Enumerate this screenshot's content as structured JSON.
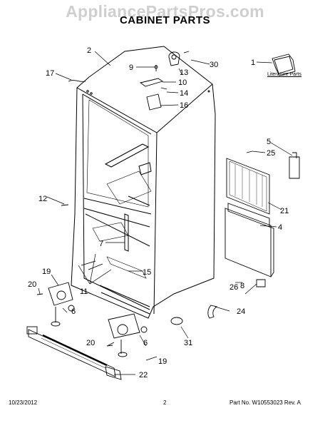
{
  "watermark": "AppliancePartsPros.com",
  "title": "CABINET PARTS",
  "literature_label": "Literature Parts",
  "footer": {
    "date": "10/23/2012",
    "page": "2",
    "part_number": "Part No. W10553023  Rev. A"
  },
  "callouts": {
    "c1": "1",
    "c2": "2",
    "c4": "4",
    "c5": "5",
    "c6a": "6",
    "c6b": "6",
    "c7": "7",
    "c8": "8",
    "c9": "9",
    "c10": "10",
    "c11": "11",
    "c12": "12",
    "c13": "13",
    "c14": "14",
    "c15": "15",
    "c16": "16",
    "c17": "17",
    "c19a": "19",
    "c19b": "19",
    "c20a": "20",
    "c20b": "20",
    "c21": "21",
    "c22": "22",
    "c24": "24",
    "c25": "25",
    "c26": "26",
    "c30": "30",
    "c31": "31"
  }
}
